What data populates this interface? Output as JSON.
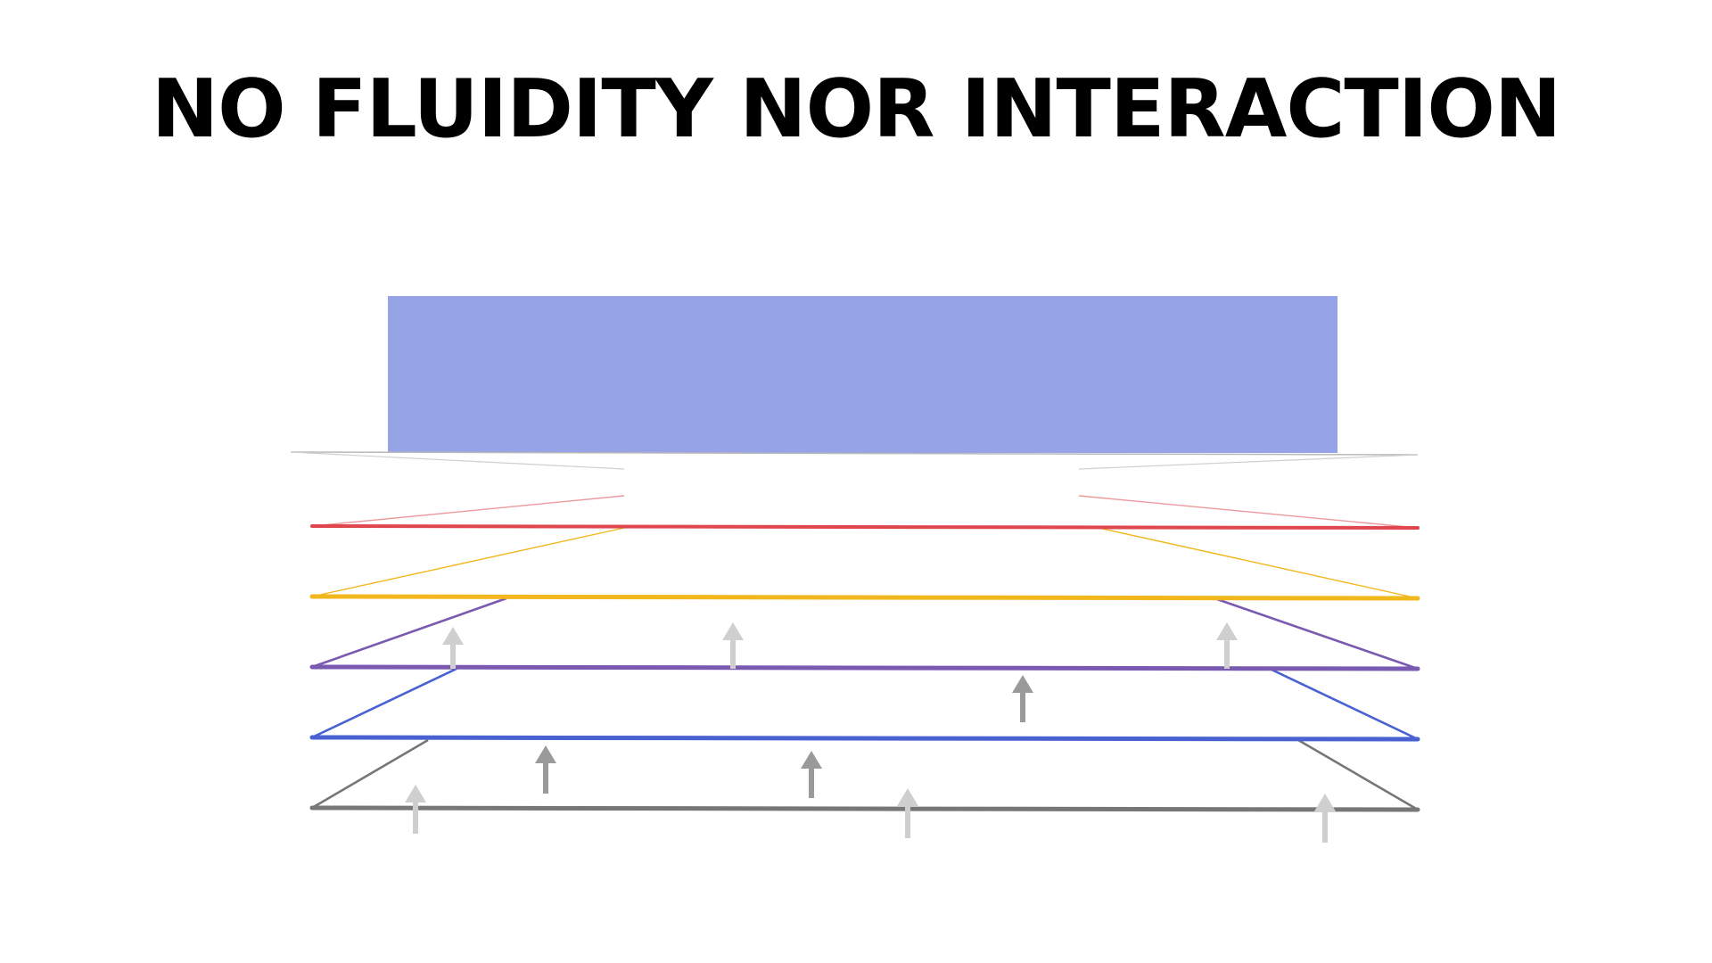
{
  "slide": {
    "title": "NO FLUIDITY NOR INTERACTION"
  },
  "diagram": {
    "block_color": "#96a3e6",
    "layers": [
      {
        "name": "gray-base",
        "color": "#777777"
      },
      {
        "name": "blue",
        "color": "#4a61d2"
      },
      {
        "name": "purple",
        "color": "#7a5ab0"
      },
      {
        "name": "yellow",
        "color": "#f2b71c"
      },
      {
        "name": "red",
        "color": "#e0464d"
      }
    ],
    "arrow_colors": {
      "dark": "#9a9a9a",
      "light": "#cfcfcf"
    }
  }
}
